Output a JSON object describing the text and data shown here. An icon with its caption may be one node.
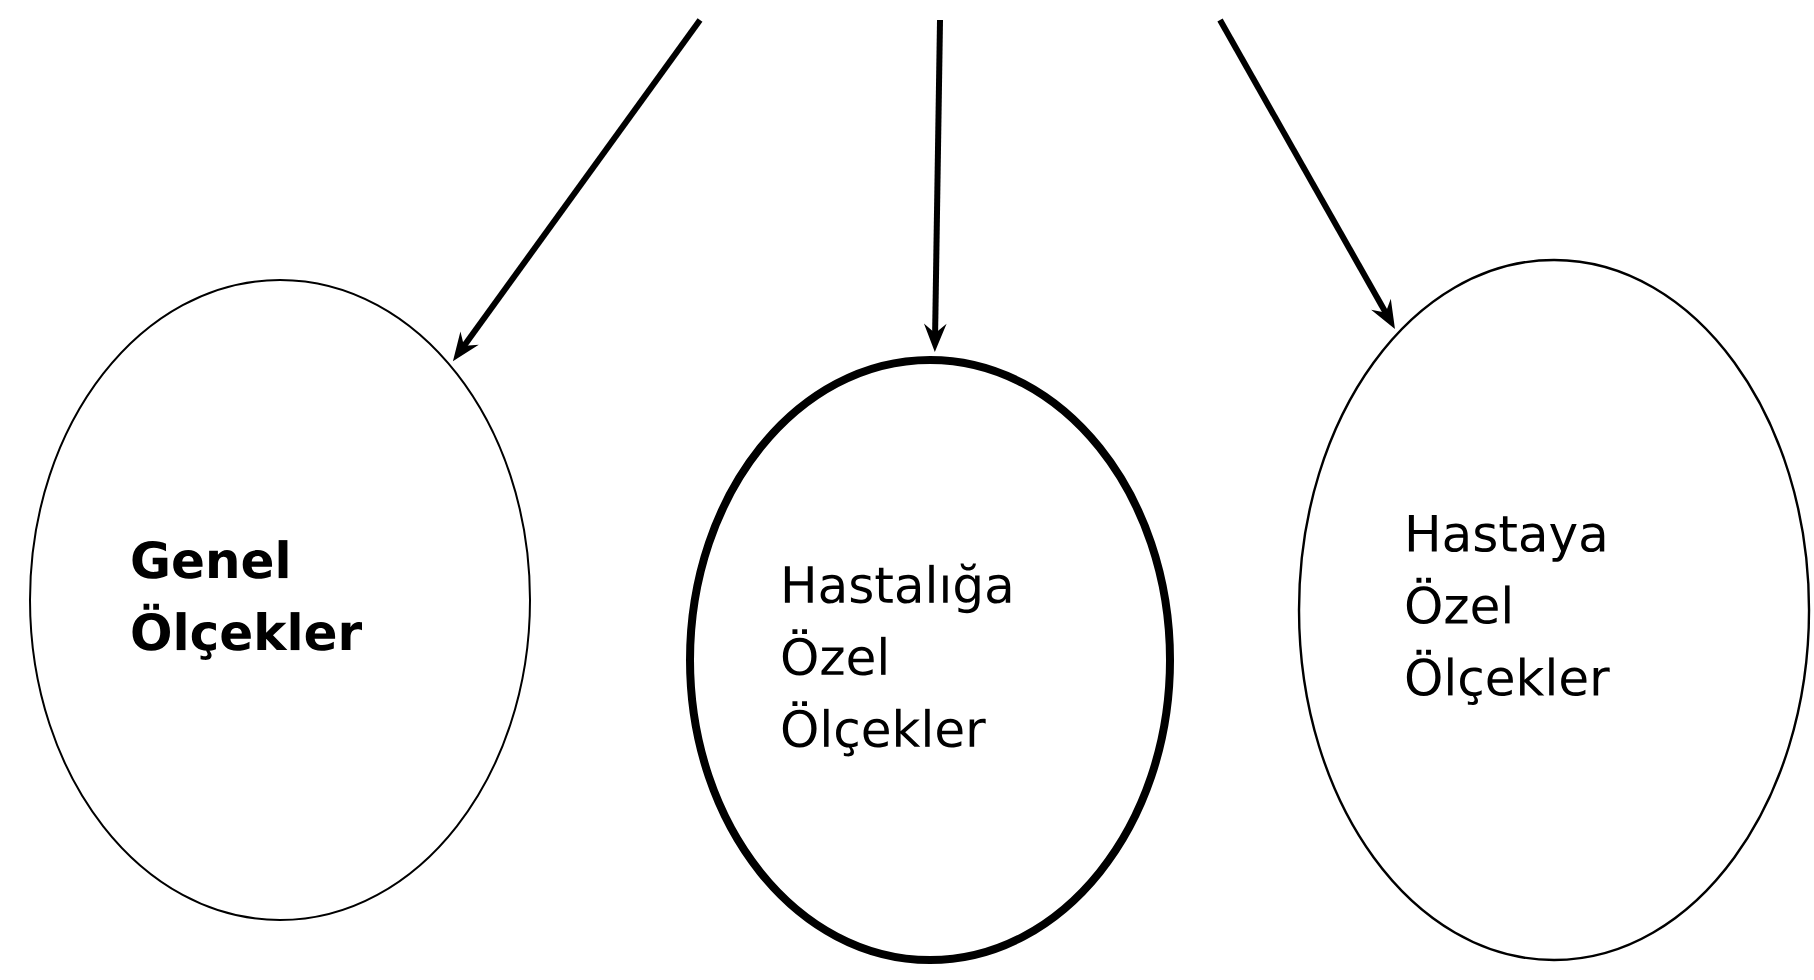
{
  "diagram": {
    "nodes": [
      {
        "text": [
          "Genel Ölçekler"
        ]
      },
      {
        "text": [
          "Hastalığa Özel Ölçekler"
        ]
      },
      {
        "text": [
          "Hastaya Özel Ölçekler"
        ]
      }
    ],
    "edges": [
      {
        "from": null,
        "to": 0,
        "arrow": "to"
      },
      {
        "from": null,
        "to": 1,
        "arrow": "to"
      },
      {
        "from": null,
        "to": 2,
        "arrow": "to"
      }
    ]
  }
}
